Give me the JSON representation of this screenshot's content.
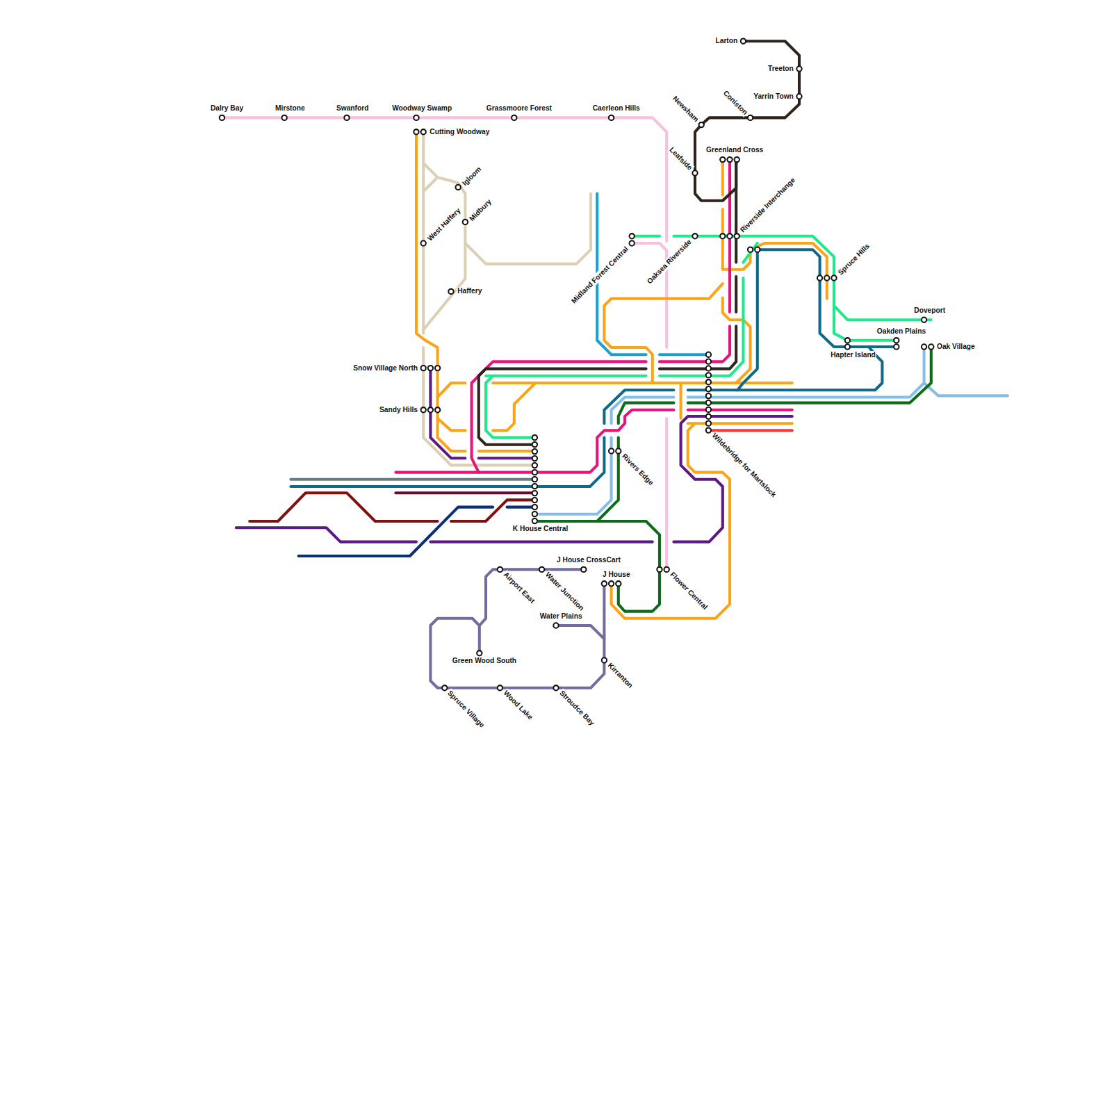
{
  "diagram": {
    "labels": [
      "Dalry Bay",
      "Mirstone",
      "Swanford",
      "Woodway Swamp",
      "Grassmoore Forest",
      "Caerleon Hills",
      "Cutting Woodway",
      "Igloom",
      "Midbury",
      "West Haffery",
      "Haffery",
      "Snow Village North",
      "Sandy Hills",
      "Larton",
      "Treeton",
      "Yarrin Town",
      "Newsham",
      "Coniston",
      "Leafside",
      "Greenland Cross",
      "Riverside Interchange",
      "Midland Forest Central",
      "Oaksea Riverside",
      "Spruce Hills",
      "Doveport",
      "Oakden Plains",
      "Hapter Island",
      "Oak Village",
      "Wildebridge for Martslock",
      "Rivers Edge",
      "K House Central",
      "J House CrossCart",
      "J House",
      "Water Plains",
      "Airport East",
      "Water Junction",
      "Flower Central",
      "Kirranton",
      "Spruce Village",
      "Wood Lake",
      "Stroudce Bay",
      "Green Wood South"
    ]
  }
}
